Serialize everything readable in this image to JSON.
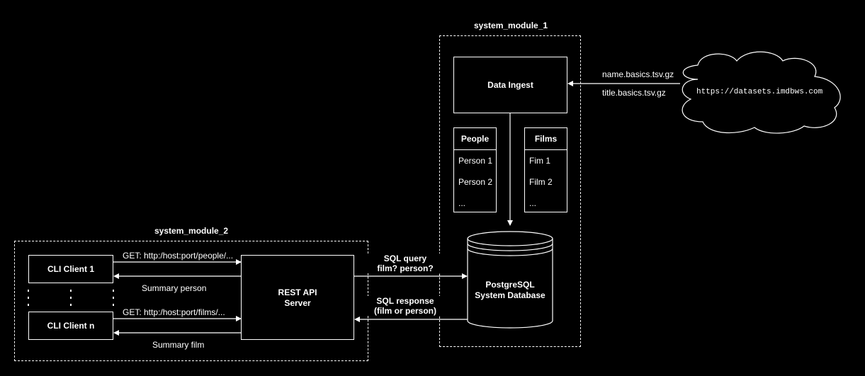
{
  "modules": {
    "module1_label": "system_module_1",
    "module2_label": "system_module_2"
  },
  "nodes": {
    "data_ingest": "Data Ingest",
    "people_table": {
      "title": "People",
      "rows": [
        "Person 1",
        "Person 2",
        "..."
      ]
    },
    "films_table": {
      "title": "Films",
      "rows": [
        "Fim 1",
        "Film 2",
        "..."
      ]
    },
    "database_line1": "PostgreSQL",
    "database_line2": "System Database",
    "rest_api_line1": "REST API",
    "rest_api_line2": "Server",
    "cli_client_1": "CLI Client 1",
    "cli_client_n": "CLI Client n",
    "cloud_url": "https://datasets.imdbws.com"
  },
  "edges": {
    "source_file_1": "name.basics.tsv.gz",
    "source_file_2": "title.basics.tsv.gz",
    "sql_query_line1": "SQL query",
    "sql_query_line2": "film? person?",
    "sql_response_line1": "SQL response",
    "sql_response_line2": "(film or person)",
    "get_people": "GET: http:/host:port/people/...",
    "summary_person": "Summary person",
    "get_films": "GET: http:/host:port/films/...",
    "summary_film": "Summary film"
  }
}
